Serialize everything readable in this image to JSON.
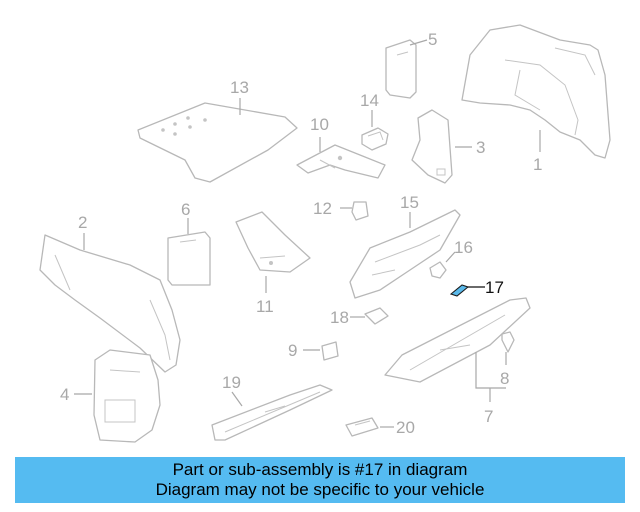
{
  "diagram": {
    "callouts": [
      "1",
      "2",
      "3",
      "4",
      "5",
      "6",
      "7",
      "8",
      "9",
      "10",
      "11",
      "12",
      "13",
      "14",
      "15",
      "16",
      "17",
      "18",
      "19",
      "20"
    ],
    "highlighted_callout": "17",
    "highlight_color": "#5ab9ea"
  },
  "banner": {
    "line1": "Part or sub-assembly is #17 in diagram",
    "line2": "Diagram may not be specific to your vehicle",
    "background": "#55bbf1"
  }
}
